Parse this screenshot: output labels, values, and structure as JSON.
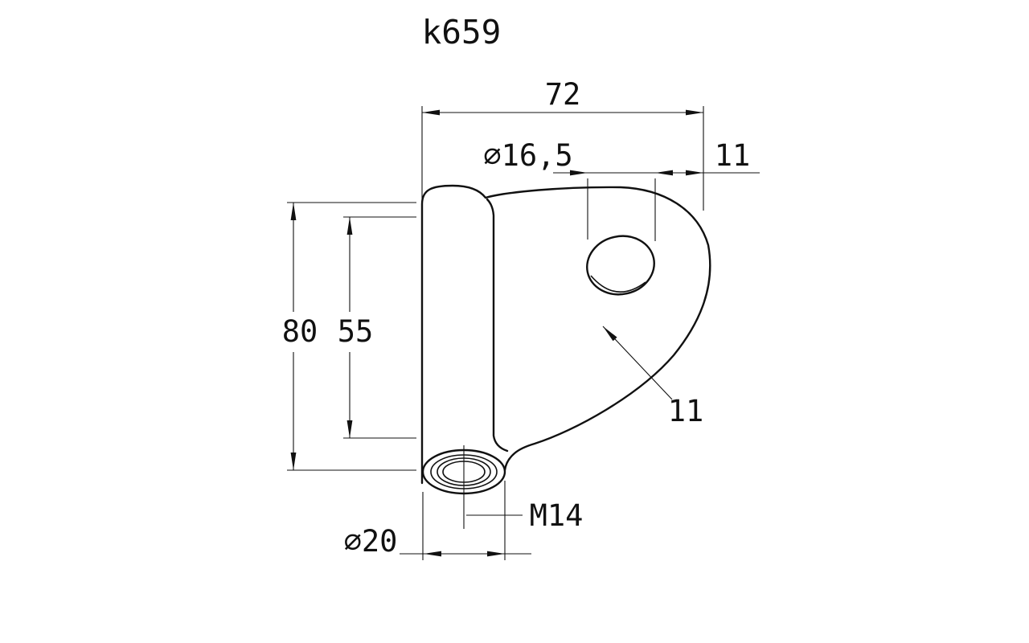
{
  "drawing": {
    "title": "k659",
    "labels": {
      "width_total": "72",
      "hole_diameter": "⌀16,5",
      "offset_right": "11",
      "height_total": "80",
      "height_column": "55",
      "plate_thickness": "11",
      "thread_size": "M14",
      "boss_diameter": "⌀20"
    },
    "colors": {
      "line": "#111111",
      "background": "#ffffff"
    }
  }
}
